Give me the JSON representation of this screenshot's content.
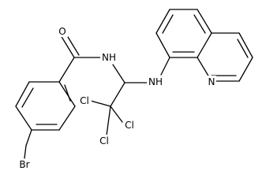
{
  "atoms": {
    "oxygen": "O",
    "amide_nh": "NH",
    "amine_nh": "NH",
    "quinoline_n": "N",
    "cl_left": "Cl",
    "cl_right": "Cl",
    "cl_bottom": "Cl",
    "bromine": "Br"
  }
}
